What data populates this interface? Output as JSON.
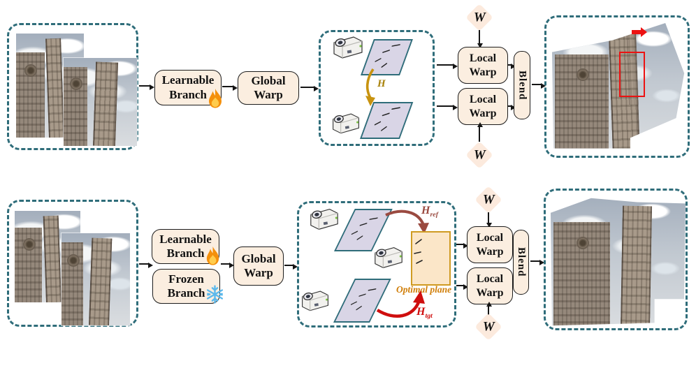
{
  "palette": {
    "panel_dash_teal": "#2f6d7a",
    "box_cream": "#fbeee0",
    "plane_lavender": "#d9d5e6",
    "optimal_plane_fill": "#fbe6c8",
    "optimal_plane_border": "#cf9b22",
    "homography_gold": "#c8930f",
    "h_ref_maroon": "#9a4a40",
    "h_tgt_red": "#cf0e0e",
    "annotation_red": "#ec1212"
  },
  "boxes": {
    "learnable_branch": "Learnable\nBranch",
    "frozen_branch": "Frozen\nBranch",
    "global_warp": "Global\nWarp",
    "local_warp": "Local\nWarp",
    "blend": "Blend"
  },
  "symbols": {
    "warp_matrix": "W",
    "homography": "H",
    "h_base": "H",
    "ref_subscript": "ref",
    "tgt_subscript": "tgt"
  },
  "labels": {
    "optimal_plane": "Optimal plane"
  },
  "icons": {
    "fire": "fire-icon",
    "snowflake": "snowflake-icon",
    "camera": "camera-icon",
    "red_arrow": "misalignment-arrow-icon"
  }
}
